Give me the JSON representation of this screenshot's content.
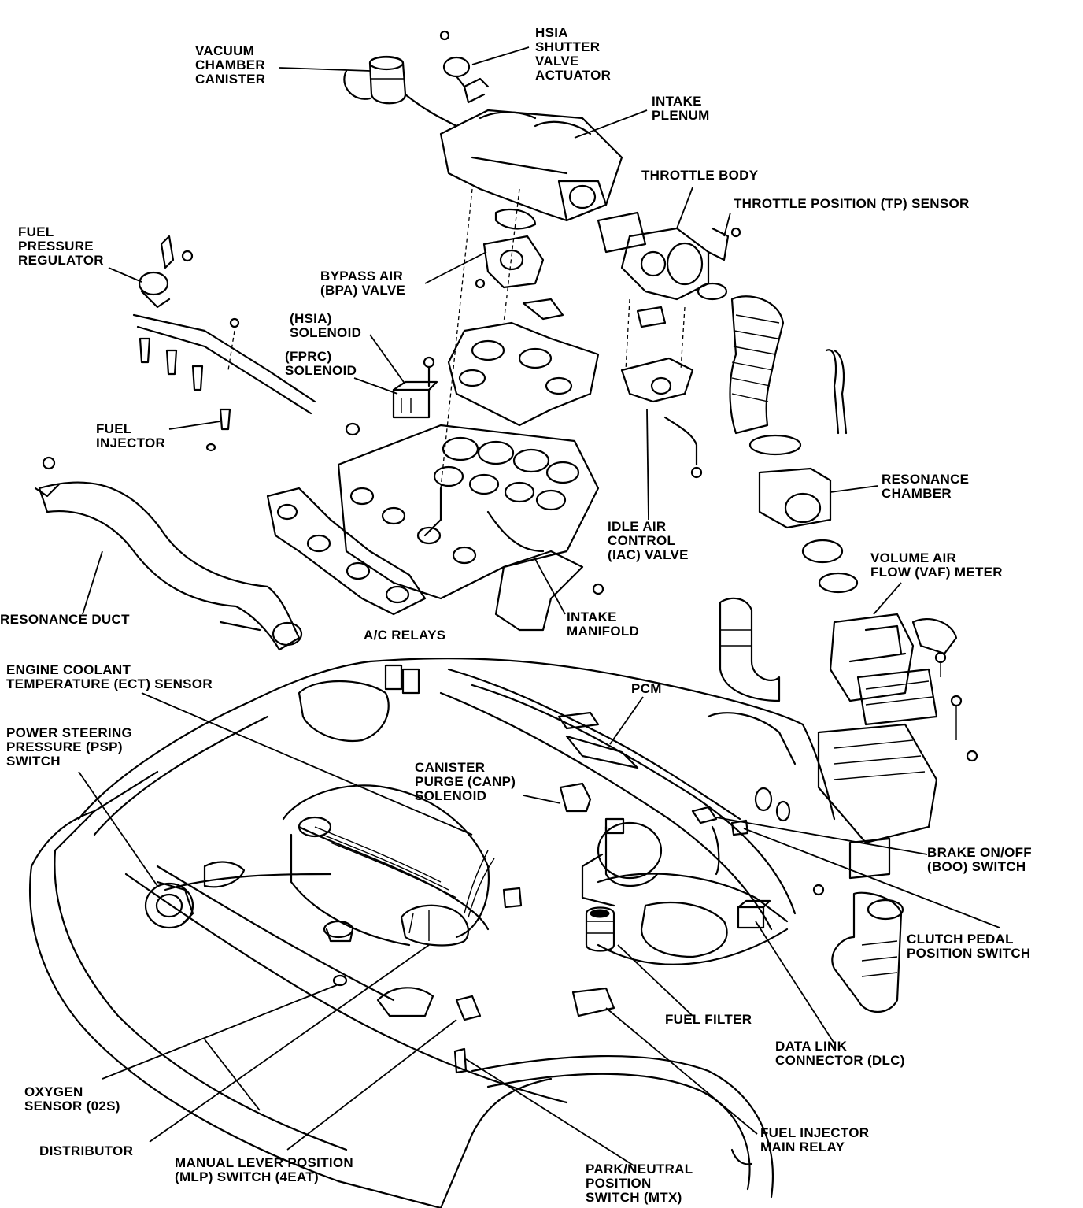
{
  "labels": {
    "vacuum_chamber_canister": [
      "VACUUM",
      "CHAMBER",
      "CANISTER"
    ],
    "hsia_shutter_valve_actuator": [
      "HSIA",
      "SHUTTER",
      "VALVE",
      "ACTUATOR"
    ],
    "intake_plenum": [
      "INTAKE",
      "PLENUM"
    ],
    "throttle_body": [
      "THROTTLE BODY"
    ],
    "throttle_position_sensor": [
      "THROTTLE POSITION (TP) SENSOR"
    ],
    "fuel_pressure_regulator": [
      "FUEL",
      "PRESSURE",
      "REGULATOR"
    ],
    "bypass_air_valve": [
      "BYPASS AIR",
      "(BPA) VALVE"
    ],
    "hsia_solenoid": [
      "(HSIA)",
      "SOLENOID"
    ],
    "fprc_solenoid": [
      "(FPRC)",
      "SOLENOID"
    ],
    "fuel_injector": [
      "FUEL",
      "INJECTOR"
    ],
    "resonance_chamber": [
      "RESONANCE",
      "CHAMBER"
    ],
    "idle_air_control_valve": [
      "IDLE AIR",
      "CONTROL",
      "(IAC) VALVE"
    ],
    "volume_air_flow_meter": [
      "VOLUME AIR",
      "FLOW (VAF) METER"
    ],
    "resonance_duct": [
      "RESONANCE DUCT"
    ],
    "intake_manifold": [
      "INTAKE",
      "MANIFOLD"
    ],
    "ac_relays": [
      "A/C RELAYS"
    ],
    "ect_sensor": [
      "ENGINE COOLANT",
      "TEMPERATURE (ECT) SENSOR"
    ],
    "pcm": [
      "PCM"
    ],
    "psp_switch": [
      "POWER STEERING",
      "PRESSURE (PSP)",
      "SWITCH"
    ],
    "canp_solenoid": [
      "CANISTER",
      "PURGE (CANP)",
      "SOLENOID"
    ],
    "boo_switch": [
      "BRAKE ON/OFF",
      "(BOO) SWITCH"
    ],
    "clutch_pedal_position_switch": [
      "CLUTCH PEDAL",
      "POSITION SWITCH"
    ],
    "fuel_filter": [
      "FUEL FILTER"
    ],
    "data_link_connector": [
      "DATA LINK",
      "CONNECTOR (DLC)"
    ],
    "oxygen_sensor": [
      "OXYGEN",
      "SENSOR (02S)"
    ],
    "distributor": [
      "DISTRIBUTOR"
    ],
    "mlp_switch": [
      "MANUAL LEVER POSITION",
      "(MLP) SWITCH (4EAT)"
    ],
    "fuel_injector_main_relay": [
      "FUEL INJECTOR",
      "MAIN RELAY"
    ],
    "park_neutral_position_switch": [
      "PARK/NEUTRAL",
      "POSITION",
      "SWITCH (MTX)"
    ]
  }
}
